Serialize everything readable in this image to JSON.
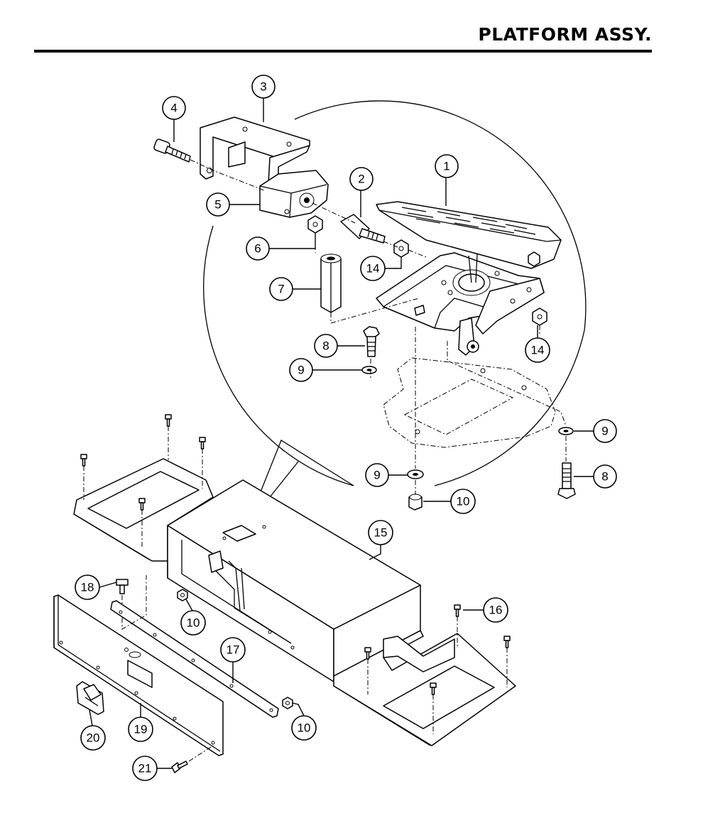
{
  "title": "PLATFORM ASSY.",
  "callouts": [
    {
      "id": "c1",
      "label": "1"
    },
    {
      "id": "c2",
      "label": "2"
    },
    {
      "id": "c3",
      "label": "3"
    },
    {
      "id": "c4",
      "label": "4"
    },
    {
      "id": "c5",
      "label": "5"
    },
    {
      "id": "c6",
      "label": "6"
    },
    {
      "id": "c7",
      "label": "7"
    },
    {
      "id": "c8a",
      "label": "8"
    },
    {
      "id": "c9a",
      "label": "9"
    },
    {
      "id": "c14a",
      "label": "14"
    },
    {
      "id": "c14b",
      "label": "14"
    },
    {
      "id": "c9b",
      "label": "9"
    },
    {
      "id": "c8b",
      "label": "8"
    },
    {
      "id": "c9c",
      "label": "9"
    },
    {
      "id": "c10a",
      "label": "10"
    },
    {
      "id": "c15",
      "label": "15"
    },
    {
      "id": "c18",
      "label": "18"
    },
    {
      "id": "c10b",
      "label": "10"
    },
    {
      "id": "c16",
      "label": "16"
    },
    {
      "id": "c17",
      "label": "17"
    },
    {
      "id": "c20",
      "label": "20"
    },
    {
      "id": "c19",
      "label": "19"
    },
    {
      "id": "c10c",
      "label": "10"
    },
    {
      "id": "c21",
      "label": "21"
    }
  ]
}
